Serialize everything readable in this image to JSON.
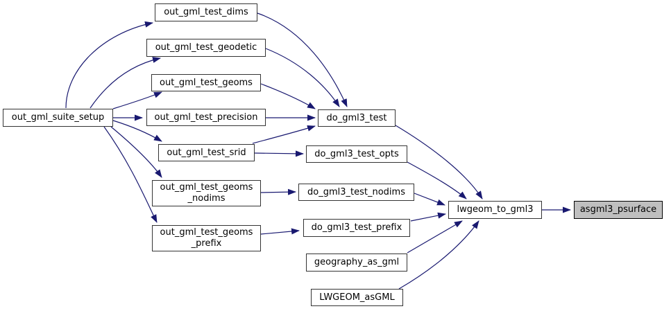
{
  "colors": {
    "edge_color": "#191970",
    "node_fill": "#ffffff",
    "node_border": "#333333",
    "focus_node_fill": "#bfbfbf",
    "focus_node_border": "#000000",
    "text_color": "#000000",
    "background": "#ffffff"
  },
  "nodes": [
    {
      "id": "out_gml_suite_setup",
      "label": "out_gml_suite_setup"
    },
    {
      "id": "out_gml_test_dims",
      "label": "out_gml_test_dims"
    },
    {
      "id": "out_gml_test_geodetic",
      "label": "out_gml_test_geodetic"
    },
    {
      "id": "out_gml_test_geoms",
      "label": "out_gml_test_geoms"
    },
    {
      "id": "out_gml_test_precision",
      "label": "out_gml_test_precision"
    },
    {
      "id": "out_gml_test_srid",
      "label": "out_gml_test_srid"
    },
    {
      "id": "out_gml_test_geoms_nodims",
      "lines": [
        "out_gml_test_geoms",
        "_nodims"
      ]
    },
    {
      "id": "out_gml_test_geoms_prefix",
      "lines": [
        "out_gml_test_geoms",
        "_prefix"
      ]
    },
    {
      "id": "do_gml3_test",
      "label": "do_gml3_test"
    },
    {
      "id": "do_gml3_test_opts",
      "label": "do_gml3_test_opts"
    },
    {
      "id": "do_gml3_test_nodims",
      "label": "do_gml3_test_nodims"
    },
    {
      "id": "do_gml3_test_prefix",
      "label": "do_gml3_test_prefix"
    },
    {
      "id": "geography_as_gml",
      "label": "geography_as_gml"
    },
    {
      "id": "LWGEOM_asGML",
      "label": "LWGEOM_asGML"
    },
    {
      "id": "lwgeom_to_gml3",
      "label": "lwgeom_to_gml3"
    },
    {
      "id": "asgml3_psurface",
      "label": "asgml3_psurface",
      "highlighted": true
    }
  ],
  "edges": [
    {
      "from": "out_gml_suite_setup",
      "to": "out_gml_test_dims"
    },
    {
      "from": "out_gml_suite_setup",
      "to": "out_gml_test_geodetic"
    },
    {
      "from": "out_gml_suite_setup",
      "to": "out_gml_test_geoms"
    },
    {
      "from": "out_gml_suite_setup",
      "to": "out_gml_test_precision"
    },
    {
      "from": "out_gml_suite_setup",
      "to": "out_gml_test_srid"
    },
    {
      "from": "out_gml_suite_setup",
      "to": "out_gml_test_geoms_nodims"
    },
    {
      "from": "out_gml_suite_setup",
      "to": "out_gml_test_geoms_prefix"
    },
    {
      "from": "out_gml_test_dims",
      "to": "do_gml3_test"
    },
    {
      "from": "out_gml_test_geodetic",
      "to": "do_gml3_test"
    },
    {
      "from": "out_gml_test_geoms",
      "to": "do_gml3_test"
    },
    {
      "from": "out_gml_test_precision",
      "to": "do_gml3_test"
    },
    {
      "from": "out_gml_test_srid",
      "to": "do_gml3_test"
    },
    {
      "from": "out_gml_test_srid",
      "to": "do_gml3_test_opts"
    },
    {
      "from": "out_gml_test_geoms_nodims",
      "to": "do_gml3_test_nodims"
    },
    {
      "from": "out_gml_test_geoms_prefix",
      "to": "do_gml3_test_prefix"
    },
    {
      "from": "do_gml3_test",
      "to": "lwgeom_to_gml3"
    },
    {
      "from": "do_gml3_test_opts",
      "to": "lwgeom_to_gml3"
    },
    {
      "from": "do_gml3_test_nodims",
      "to": "lwgeom_to_gml3"
    },
    {
      "from": "do_gml3_test_prefix",
      "to": "lwgeom_to_gml3"
    },
    {
      "from": "geography_as_gml",
      "to": "lwgeom_to_gml3"
    },
    {
      "from": "LWGEOM_asGML",
      "to": "lwgeom_to_gml3"
    },
    {
      "from": "lwgeom_to_gml3",
      "to": "asgml3_psurface"
    }
  ]
}
